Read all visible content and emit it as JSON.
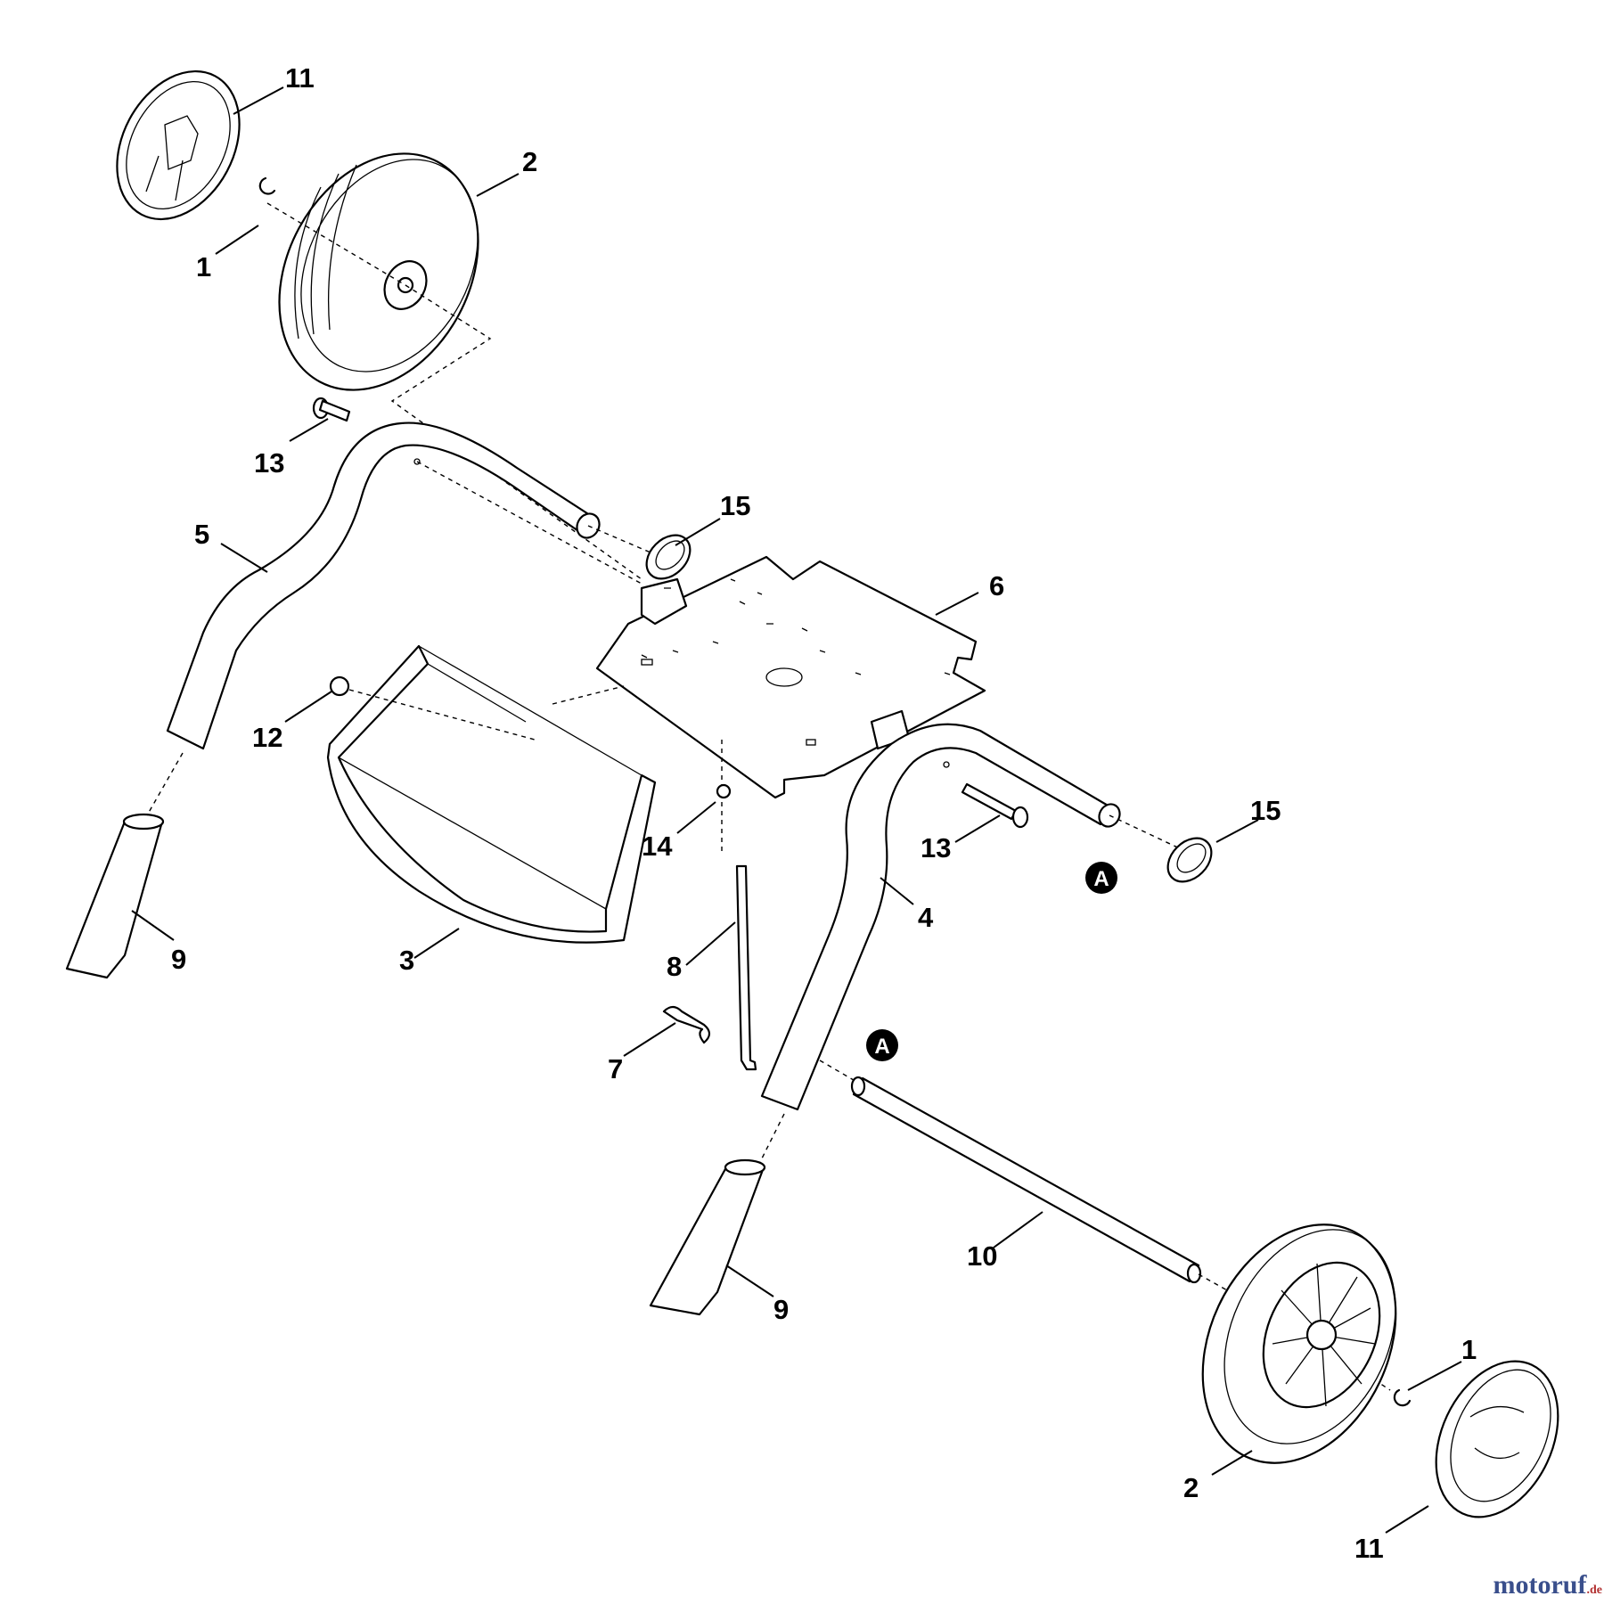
{
  "diagram": {
    "callouts": [
      {
        "id": "c11a",
        "text": "11"
      },
      {
        "id": "c2a",
        "text": "2"
      },
      {
        "id": "c1a",
        "text": "1"
      },
      {
        "id": "c13a",
        "text": "13"
      },
      {
        "id": "c15a",
        "text": "15"
      },
      {
        "id": "c5",
        "text": "5"
      },
      {
        "id": "c6",
        "text": "6"
      },
      {
        "id": "c12",
        "text": "12"
      },
      {
        "id": "c14",
        "text": "14"
      },
      {
        "id": "c13b",
        "text": "13"
      },
      {
        "id": "c15b",
        "text": "15"
      },
      {
        "id": "c9a",
        "text": "9"
      },
      {
        "id": "c3",
        "text": "3"
      },
      {
        "id": "c8",
        "text": "8"
      },
      {
        "id": "c4",
        "text": "4"
      },
      {
        "id": "c7",
        "text": "7"
      },
      {
        "id": "c10",
        "text": "10"
      },
      {
        "id": "c9b",
        "text": "9"
      },
      {
        "id": "c1b",
        "text": "1"
      },
      {
        "id": "c2b",
        "text": "2"
      },
      {
        "id": "c11b",
        "text": "11"
      }
    ],
    "reference_marks": [
      {
        "id": "refA1",
        "text": "A"
      },
      {
        "id": "refA2",
        "text": "A"
      }
    ]
  },
  "watermark": {
    "brand": "motoruf",
    "tld": ".de"
  }
}
